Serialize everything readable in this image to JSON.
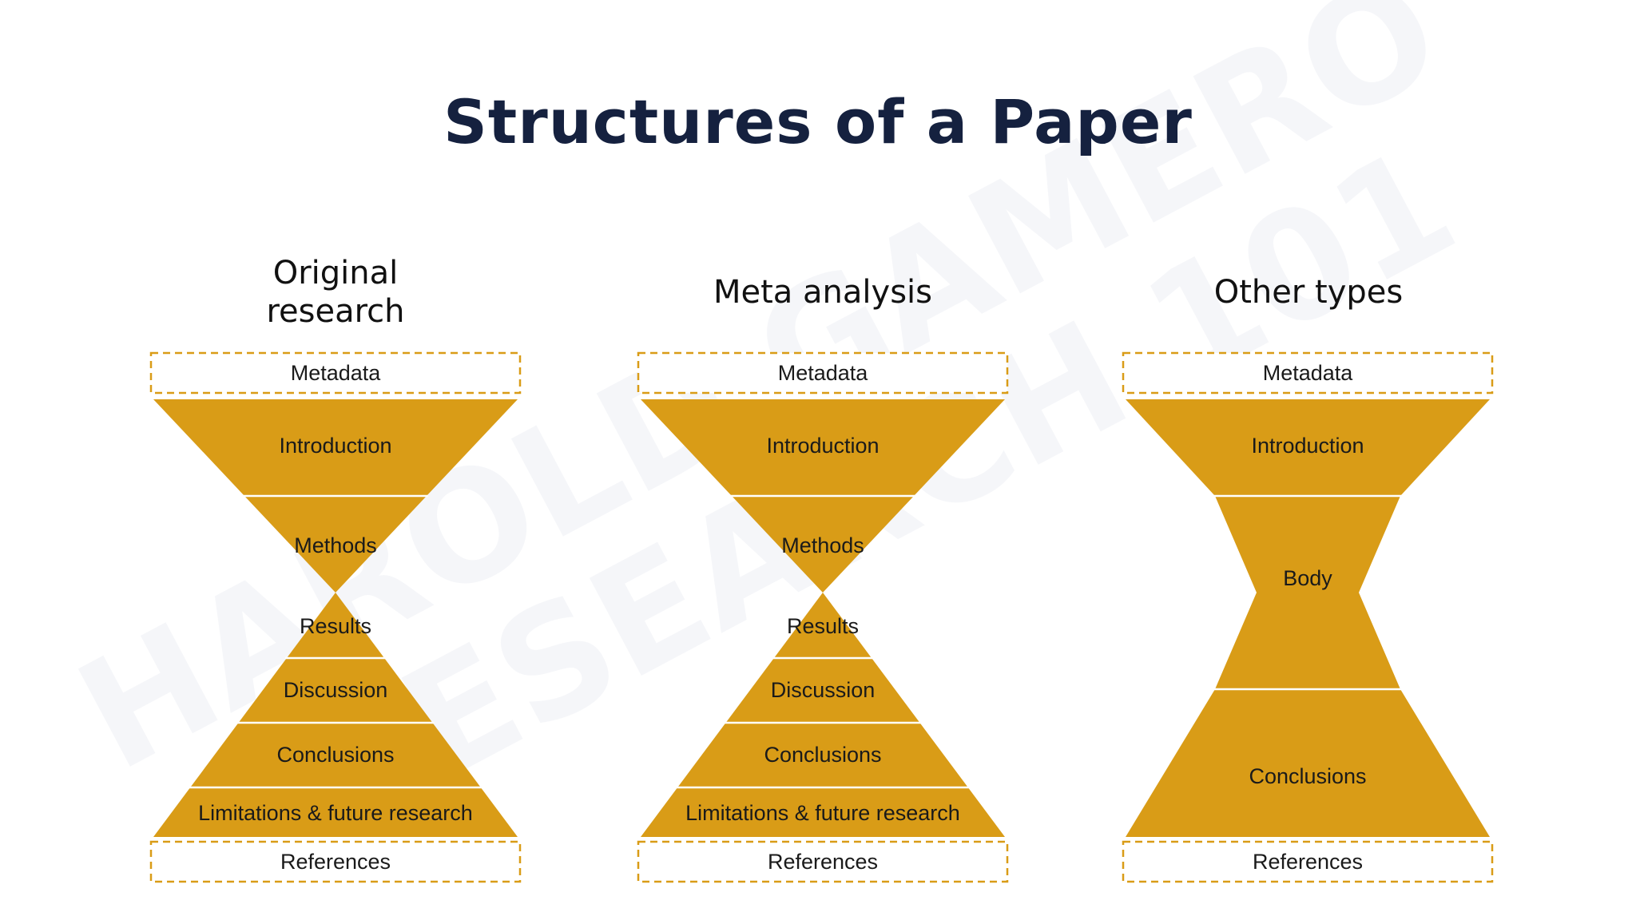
{
  "title": "Structures of a Paper",
  "watermark": [
    "HAROLD GAMERO",
    "RESEARCH 101"
  ],
  "colors": {
    "segment": "#d99c17",
    "divider": "#ffffff",
    "box_border": "#d99c17",
    "title": "#15213f",
    "text": "#1a1a1a"
  },
  "columns": [
    {
      "heading": [
        "Original",
        "research"
      ],
      "top_box": "Metadata",
      "segments": [
        "Introduction",
        "Methods",
        "Results",
        "Discussion",
        "Conclusions",
        "Limitations & future research"
      ],
      "bottom_box": "References"
    },
    {
      "heading": [
        "Meta analysis"
      ],
      "top_box": "Metadata",
      "segments": [
        "Introduction",
        "Methods",
        "Results",
        "Discussion",
        "Conclusions",
        "Limitations & future research"
      ],
      "bottom_box": "References"
    },
    {
      "heading": [
        "Other types"
      ],
      "top_box": "Metadata",
      "segments": [
        "Introduction",
        "Body",
        "Conclusions"
      ],
      "bottom_box": "References"
    }
  ]
}
